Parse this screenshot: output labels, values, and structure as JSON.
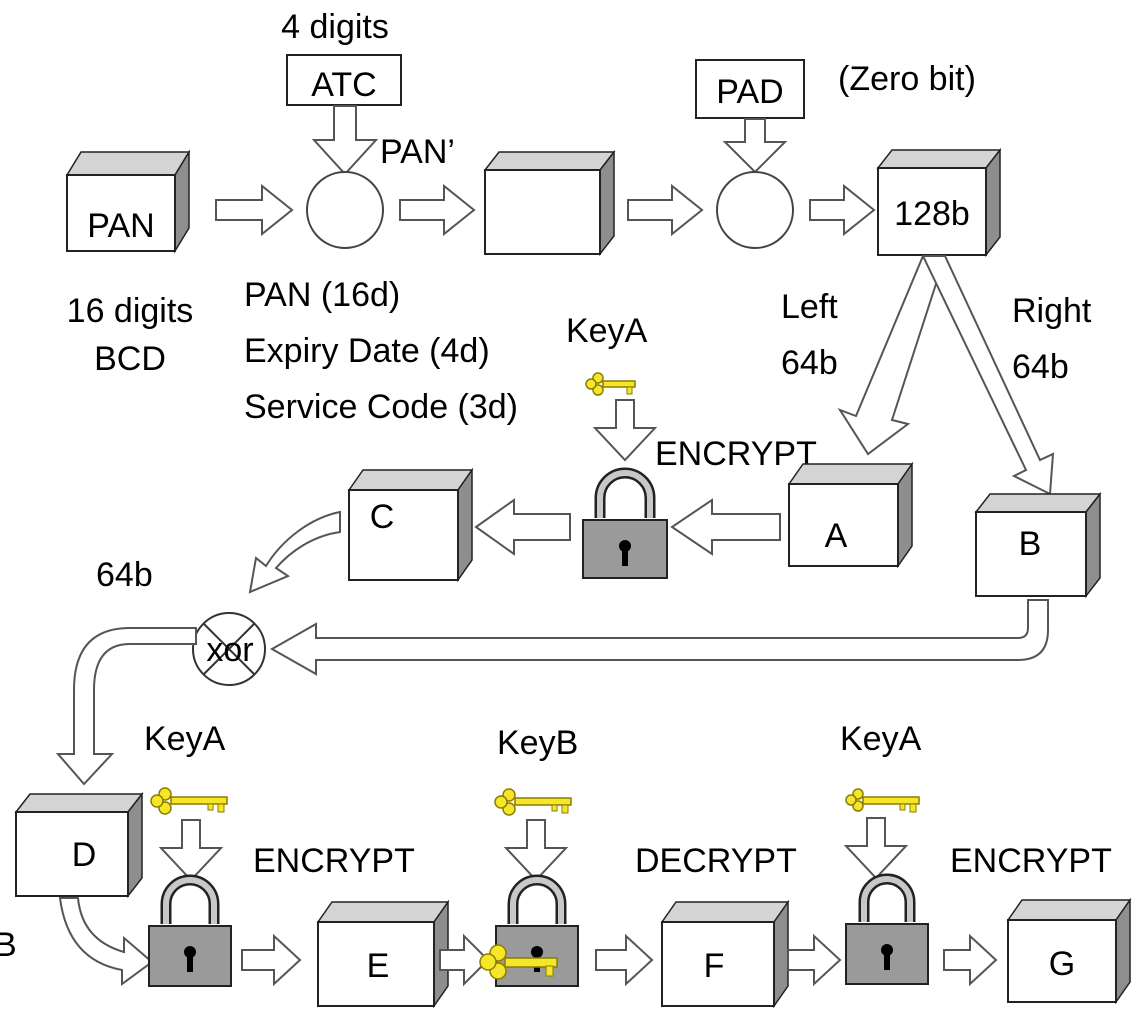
{
  "labels": {
    "atc_digits": "4 digits",
    "atc": "ATC",
    "pan_prime": "PAN’",
    "pad": "PAD",
    "zero_bit": "(Zero bit)",
    "pan": "PAN",
    "block_128": "128b",
    "pan_16_digits": "16 digits",
    "bcd": "BCD",
    "pan_16d": "PAN  (16d)",
    "expiry_date": "Expiry Date (4d)",
    "service_code": "Service Code (3d)",
    "key_a_top": "KeyA",
    "left": "Left",
    "left_64b": "64b",
    "right": "Right",
    "right_64b": "64b",
    "encrypt_top": "ENCRYPT",
    "block_c": "C",
    "block_a": "A",
    "block_b": "B",
    "xor_64b": "64b",
    "xor": "xor",
    "key_a_1": "KeyA",
    "key_b": "KeyB",
    "key_a_2": "KeyA",
    "encrypt_1": "ENCRYPT",
    "decrypt": "DECRYPT",
    "encrypt_2": "ENCRYPT",
    "block_d": "D",
    "block_e": "E",
    "block_f": "F",
    "block_g": "G",
    "edge_fragment": "B"
  },
  "colors": {
    "key_fill": "#f6e62a",
    "key_stroke": "#8a7d00",
    "lock_body": "#9a9a9a",
    "lock_shackle": "#c8c8c8"
  }
}
